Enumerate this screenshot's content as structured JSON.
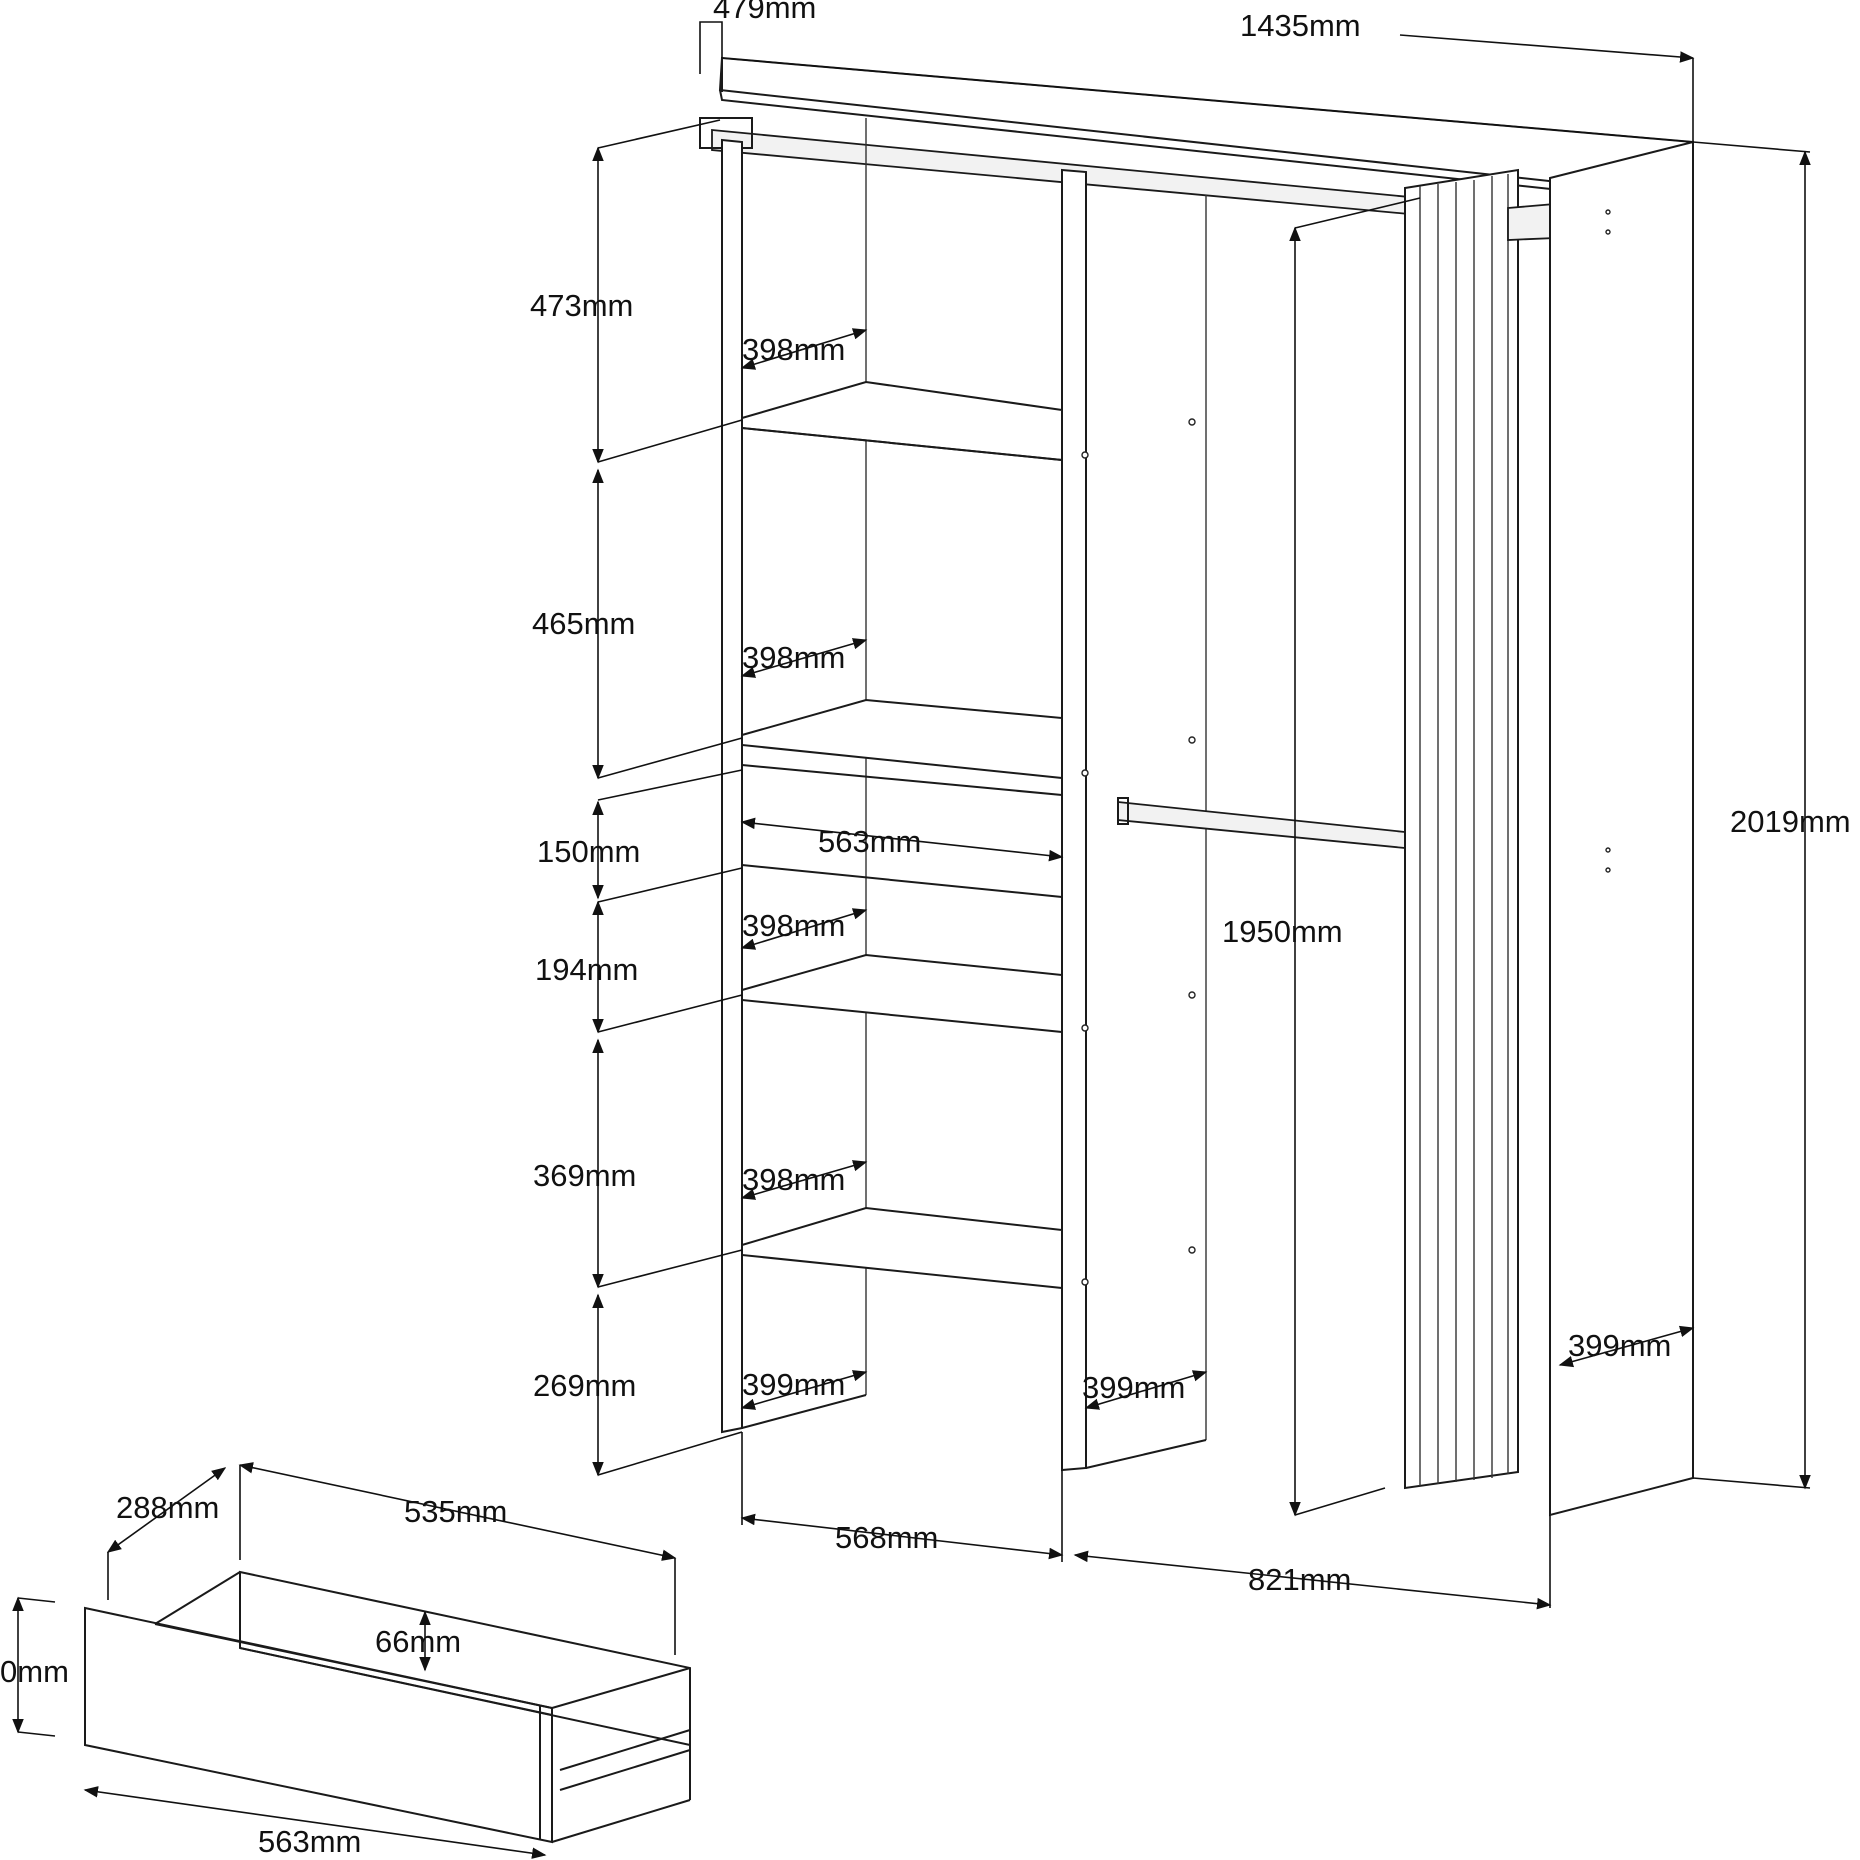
{
  "colors": {
    "line": "#1a1a1a",
    "background": "#ffffff",
    "text": "#111111"
  },
  "wardrobe": {
    "depth_top": "479mm",
    "width_total": "1435mm",
    "height_total": "2019mm",
    "hanging_height": "1950mm",
    "left_width": "568mm",
    "right_width": "821mm",
    "drawer_inner_width": "563mm",
    "section_heights": [
      "473mm",
      "465mm",
      "150mm",
      "194mm",
      "369mm",
      "269mm"
    ],
    "shelf_depths": [
      "398mm",
      "398mm",
      "398mm",
      "398mm",
      "399mm"
    ],
    "partition_depth": "399mm",
    "side_depth": "399mm"
  },
  "drawer": {
    "depth": "288mm",
    "length": "535mm",
    "inner_height": "66mm",
    "height": "0mm",
    "width": "563mm"
  }
}
